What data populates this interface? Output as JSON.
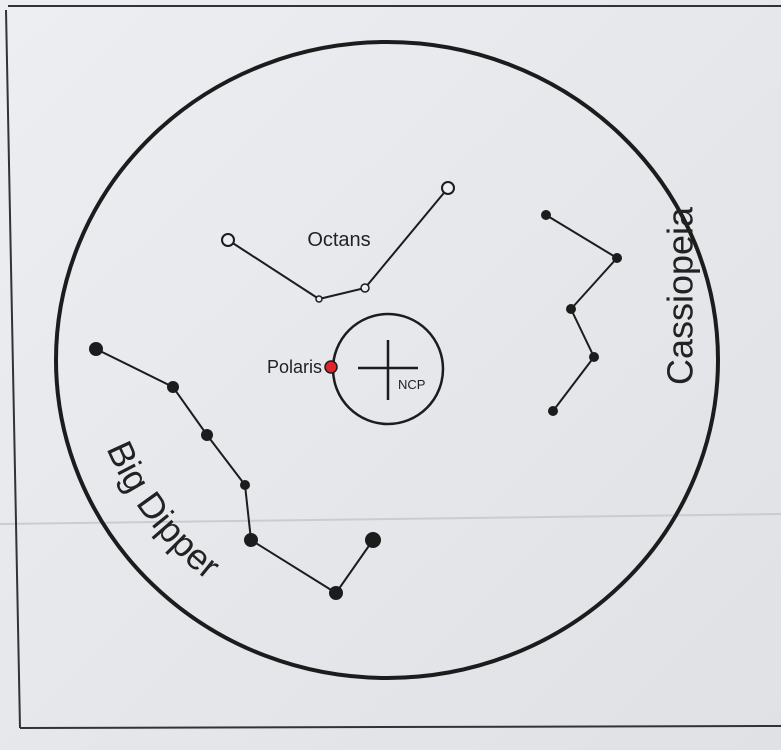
{
  "constellations": {
    "octans": {
      "name": "Octans"
    },
    "cassiopeia": {
      "name": "Cassiopeia"
    },
    "big_dipper": {
      "name": "Big Dipper"
    }
  },
  "polaris": {
    "name": "Polaris"
  },
  "ncp": {
    "label": "NCP"
  },
  "colors": {
    "paper": "#e9ebef",
    "ink": "#1c1c1c",
    "polaris_marker": "#e0252b"
  },
  "icons": {
    "star": "filled-circle",
    "hollow_star": "open-circle",
    "pole_marker": "crosshair"
  }
}
